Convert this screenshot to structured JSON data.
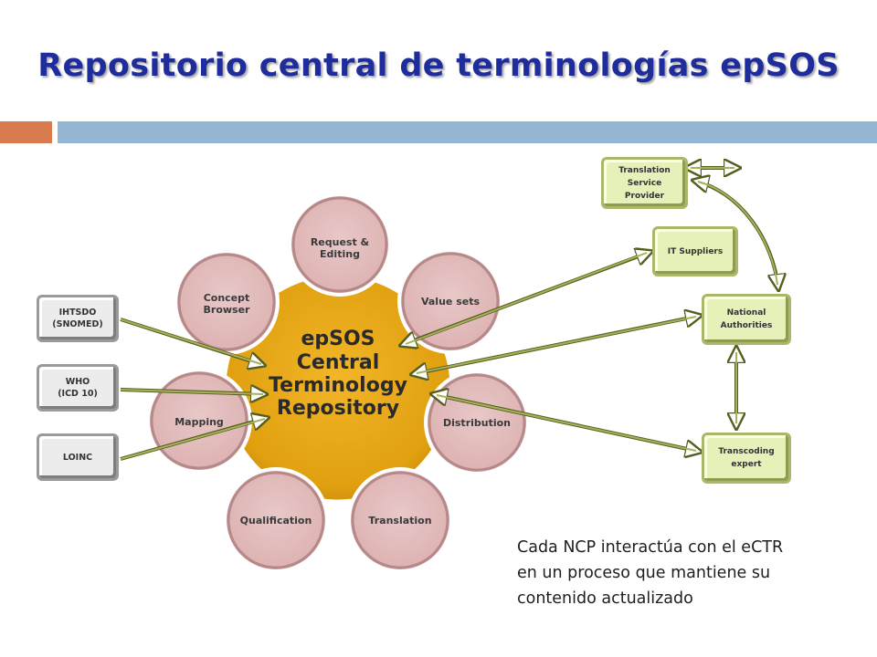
{
  "title": "Repositorio central de terminologías epSOS",
  "center": {
    "line1": "epSOS",
    "line2": "Central",
    "line3": "Terminology",
    "line4": "Repository"
  },
  "petals": [
    {
      "label": "Request &\nEditing"
    },
    {
      "label": "Value sets"
    },
    {
      "label": "Distribution"
    },
    {
      "label": "Translation"
    },
    {
      "label": "Qualification"
    },
    {
      "label": "Mapping"
    },
    {
      "label": "Concept\nBrowser"
    }
  ],
  "sources": [
    {
      "label": "IHTSDO\n(SNOMED)"
    },
    {
      "label": "WHO\n(ICD 10)"
    },
    {
      "label": "LOINC"
    }
  ],
  "partners": [
    {
      "label": "Translation\nService\nProvider"
    },
    {
      "label": "IT Suppliers"
    },
    {
      "label": "National\nAuthorities"
    },
    {
      "label": "Transcoding\nexpert"
    }
  ],
  "note": {
    "line1": "Cada NCP interactúa con el eCTR",
    "line2": "en un proceso que mantiene su",
    "line3": "contenido actualizado"
  },
  "colors": {
    "title": "#1f2d9c",
    "accent_orange": "#d97b4e",
    "accent_blue": "#94b6d2",
    "core_gold": "#e3a312",
    "petal_pink": "#e2b9b9",
    "partner_green": "#e6f0b9",
    "arrow_olive": "#6f7a2e"
  }
}
